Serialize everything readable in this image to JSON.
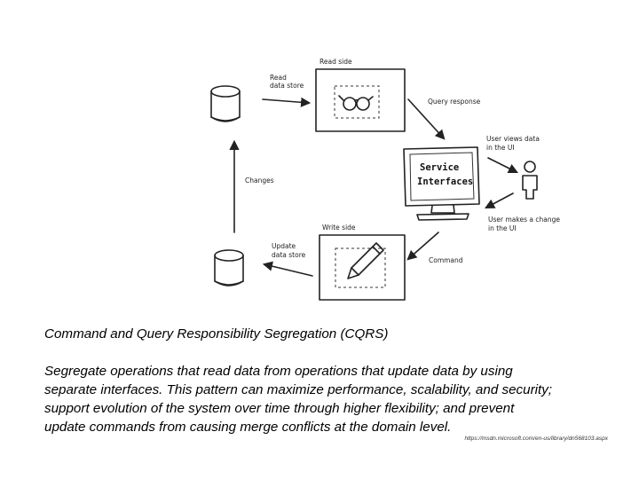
{
  "diagram": {
    "read_side_label": "Read side",
    "write_side_label": "Write side",
    "read_data_store_line1": "Read",
    "read_data_store_line2": "data store",
    "update_data_store_line1": "Update",
    "update_data_store_line2": "data store",
    "changes_label": "Changes",
    "query_response_label": "Query response",
    "command_label": "Command",
    "service_line1": "Service",
    "service_line2": "Interfaces",
    "user_views_line1": "User views data",
    "user_views_line2": "in the UI",
    "user_change_line1": "User makes a change",
    "user_change_line2": "in the UI"
  },
  "caption": {
    "title": "Command and Query Responsibility Segregation (CQRS)",
    "line1": "Segregate operations that read data from operations that update data by using",
    "line2": "separate interfaces. This pattern can maximize performance, scalability, and security;",
    "line3": "support evolution of the system over time through higher flexibility; and prevent",
    "line4": "update commands from causing merge conflicts at the domain level."
  },
  "source": "https://msdn.microsoft.com/en-us/library/dn568103.aspx"
}
